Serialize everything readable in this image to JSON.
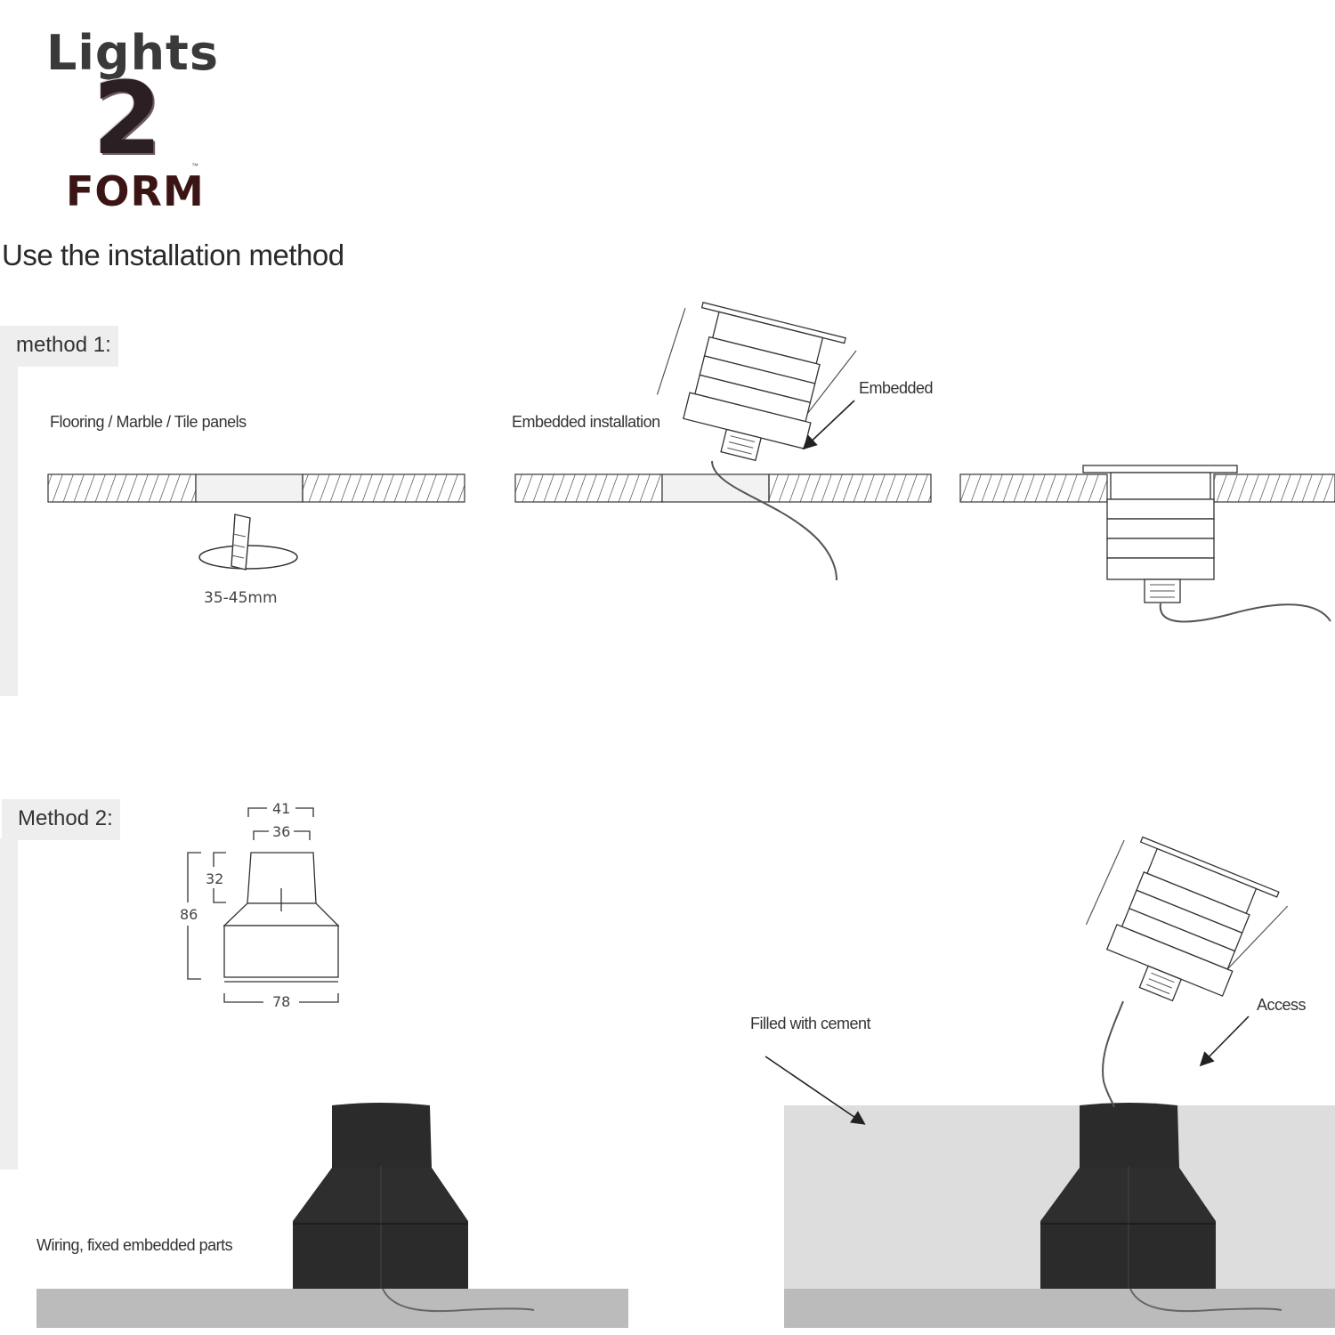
{
  "logo": {
    "line1": "Lights",
    "line2": "2",
    "line3": "FORM",
    "tm": "™"
  },
  "heading": "Use the installation method",
  "method1": {
    "label": "method 1:",
    "panel_label": "Flooring / Marble / Tile panels",
    "hole_size": "35-45mm",
    "embedded_installation": "Embedded installation",
    "embedded": "Embedded"
  },
  "method2": {
    "label": "Method 2:",
    "dimensions": {
      "d41": "41",
      "d36": "36",
      "d32": "32",
      "d86": "86",
      "d78": "78"
    },
    "wiring_label": "Wiring, fixed embedded parts",
    "cement_label": "Filled with cement",
    "access_label": "Access"
  },
  "colors": {
    "sleeve": "#2b2b2b",
    "cement": "#dddddd",
    "base": "#bbbbbb",
    "sidebar": "#eeeeee",
    "line": "#333333"
  }
}
